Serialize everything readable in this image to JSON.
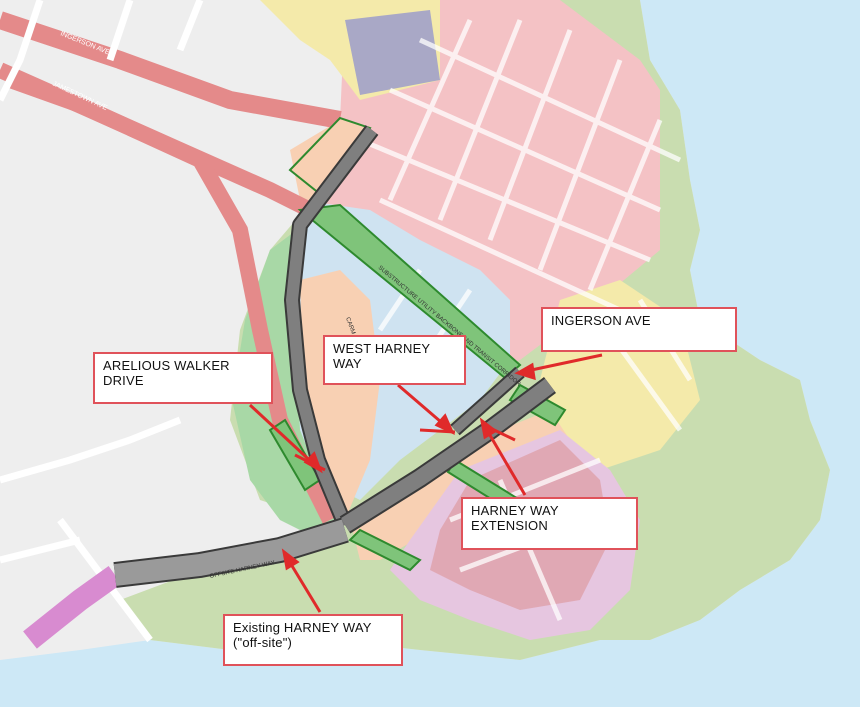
{
  "colors": {
    "water": "#cde8f6",
    "open_space": "#c9ddb0",
    "streets": "#e48a8a",
    "new_roads": "#7f7f7f",
    "callout_border": "#e0525a",
    "arrows": "#e02a2a"
  },
  "map_labels": {
    "ingerson_ave_top": "INGERSON AVE",
    "jamestown_ave": "JAMESTOWN AVE",
    "offsite_harney_way": "OFFSITE HARNEY WAY",
    "substructure_corridor": "SUBSTRUCTURE UTILITY BACKBONE AND TRANSIT CORRIDOR",
    "small_label": "CARM"
  },
  "callouts": {
    "arelious": {
      "line1": "ARELIOUS WALKER",
      "line2": "DRIVE"
    },
    "west_harney": {
      "line1": "WEST HARNEY",
      "line2": "WAY"
    },
    "ingerson": {
      "line1": "INGERSON AVE"
    },
    "harney_ext": {
      "line1": "HARNEY WAY",
      "line2": "EXTENSION"
    },
    "existing_harney": {
      "line1": "Existing HARNEY WAY",
      "line2": "(\"off-site\")"
    }
  }
}
